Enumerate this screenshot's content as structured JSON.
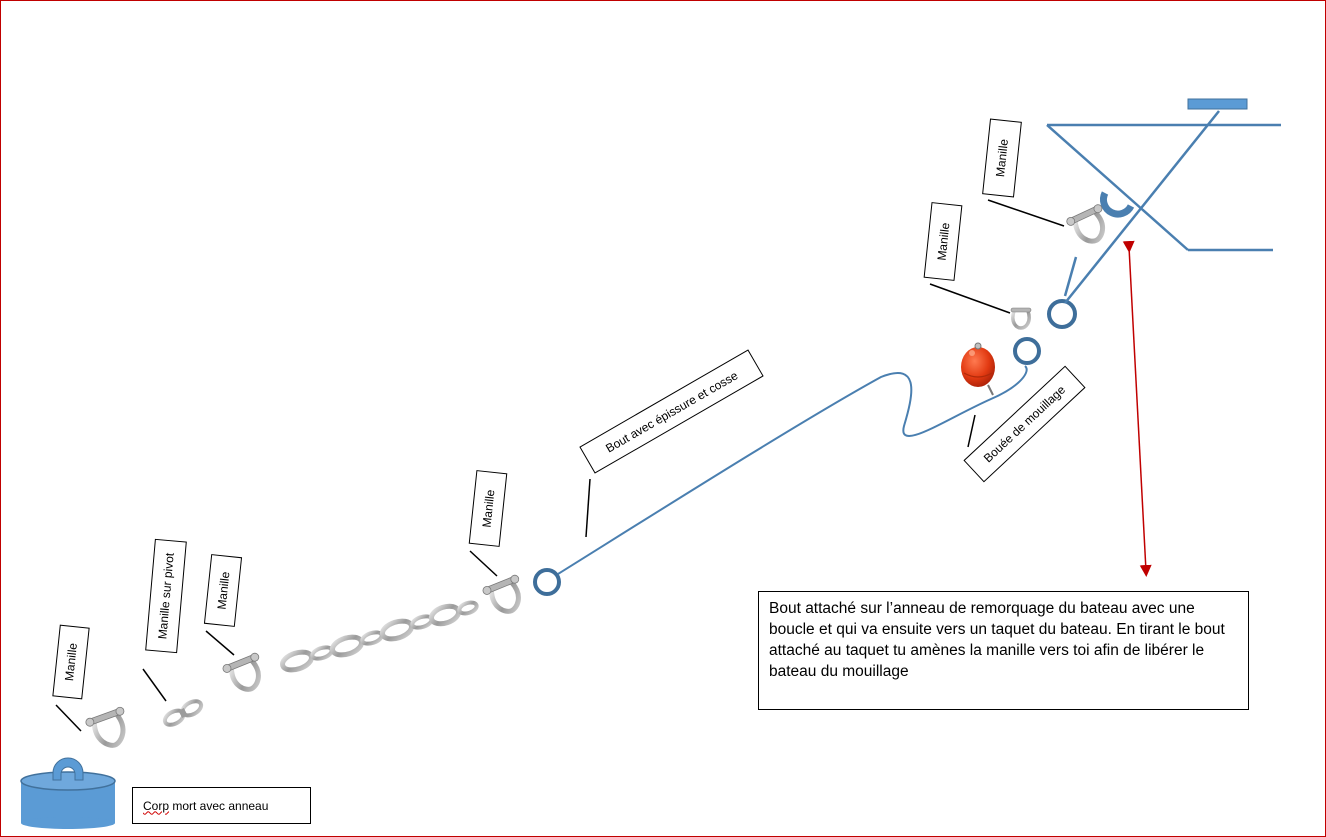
{
  "labels": {
    "manille": "Manille",
    "manille_pivot": "Manille sur pivot",
    "bout_epissure": "Bout avec épissure et cosse",
    "bouee": "Bouée de mouillage",
    "corp_mort_word": "Corp",
    "corp_mort_rest": " mort avec anneau"
  },
  "note": "Bout attaché sur l’anneau de remorquage du bateau avec une boucle et qui va ensuite vers un taquet du bateau. En tirant le bout attaché au taquet tu amènes la manille vers toi afin de libérer le bateau du mouillage",
  "colors": {
    "line_blue": "#4a7fb0",
    "ring_blue": "#3e6e9a",
    "block_blue": "#5b9bd5",
    "buoy_red": "#e23a12",
    "arrow_red": "#c00000",
    "frame_red": "#c00000",
    "metal_grey": "#a8a8a8"
  },
  "icons": [
    "corps-mort-icon",
    "shackle-icon",
    "swivel-icon",
    "chain-icon",
    "ring-icon",
    "buoy-icon",
    "boat-outline-icon",
    "cleat-icon"
  ]
}
